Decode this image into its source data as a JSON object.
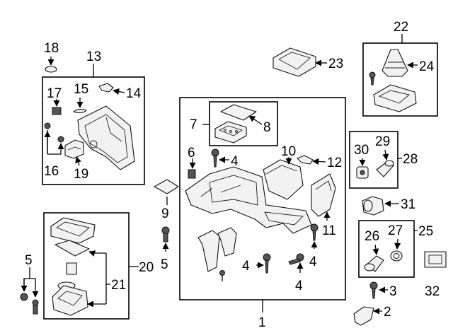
{
  "callouts": {
    "c1": "1",
    "c2": "2",
    "c3": "3",
    "c4a": "4",
    "c4b": "4",
    "c4c": "4",
    "c4d": "4",
    "c5a": "5",
    "c5b": "5",
    "c6": "6",
    "c7": "7",
    "c8": "8",
    "c9": "9",
    "c10": "10",
    "c11": "11",
    "c12": "12",
    "c13": "13",
    "c14": "14",
    "c15": "15",
    "c16": "16",
    "c17": "17",
    "c18": "18",
    "c19": "19",
    "c20": "20",
    "c21": "21",
    "c22": "22",
    "c23": "23",
    "c24": "24",
    "c25": "25",
    "c26": "26",
    "c27": "27",
    "c28": "28",
    "c29": "29",
    "c30": "30",
    "c31": "31",
    "c32": "32"
  },
  "colors": {
    "line": "#000000",
    "part_fill": "#f2f2f2",
    "background": "#ffffff"
  }
}
